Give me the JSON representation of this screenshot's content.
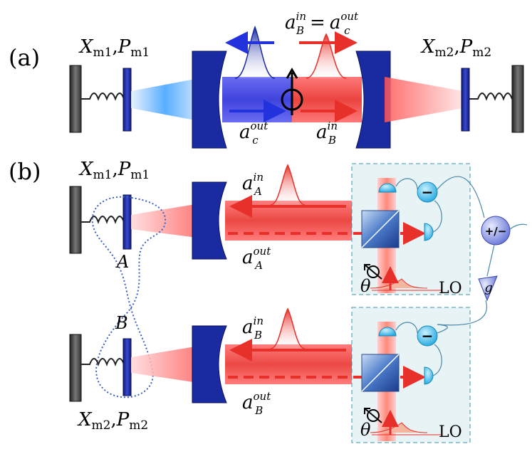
{
  "panel_a": {
    "label": "(a)",
    "left_mirror_label": {
      "x": "X",
      "x_sub": "m1",
      "sep": ",",
      "p": "P",
      "p_sub": "m1"
    },
    "right_mirror_label": {
      "x": "X",
      "x_sub": "m2",
      "sep": ",",
      "p": "P",
      "p_sub": "m2"
    },
    "top_eq": {
      "lhs": "a",
      "lhs_sub": "B",
      "lhs_sup": "in",
      "eq": "=",
      "rhs": "a",
      "rhs_sub": "c",
      "rhs_sup": "out"
    },
    "bottom_left": {
      "base": "a",
      "sub": "c",
      "sup": "out"
    },
    "bottom_right": {
      "base": "a",
      "sub": "B",
      "sup": "in"
    }
  },
  "panel_b": {
    "label": "(b)",
    "top_mirror_label": {
      "x": "X",
      "x_sub": "m1",
      "sep": ",",
      "p": "P",
      "p_sub": "m1"
    },
    "bottom_mirror_label": {
      "x": "X",
      "x_sub": "m2",
      "sep": ",",
      "p": "P",
      "p_sub": "m2"
    },
    "mode_a": "A",
    "mode_b": "B",
    "a_in": {
      "base": "a",
      "sub": "A",
      "sup": "in"
    },
    "a_out": {
      "base": "a",
      "sub": "A",
      "sup": "out"
    },
    "b_in": {
      "base": "a",
      "sub": "B",
      "sup": "in"
    },
    "b_out": {
      "base": "a",
      "sub": "B",
      "sup": "out"
    },
    "theta_top": "θ",
    "theta_bottom": "θ",
    "lo_top": "LO",
    "lo_bottom": "LO",
    "minus_top": "−",
    "minus_bottom": "−",
    "combiner": "+/−",
    "gain": "g"
  },
  "colors": {
    "blue_mirror": "#1a2a9a",
    "red_beam": "#e8302a",
    "blue_beam": "#2a55e0",
    "detector": "#4cc4ee",
    "panel_bg": "#e8f3f6"
  }
}
